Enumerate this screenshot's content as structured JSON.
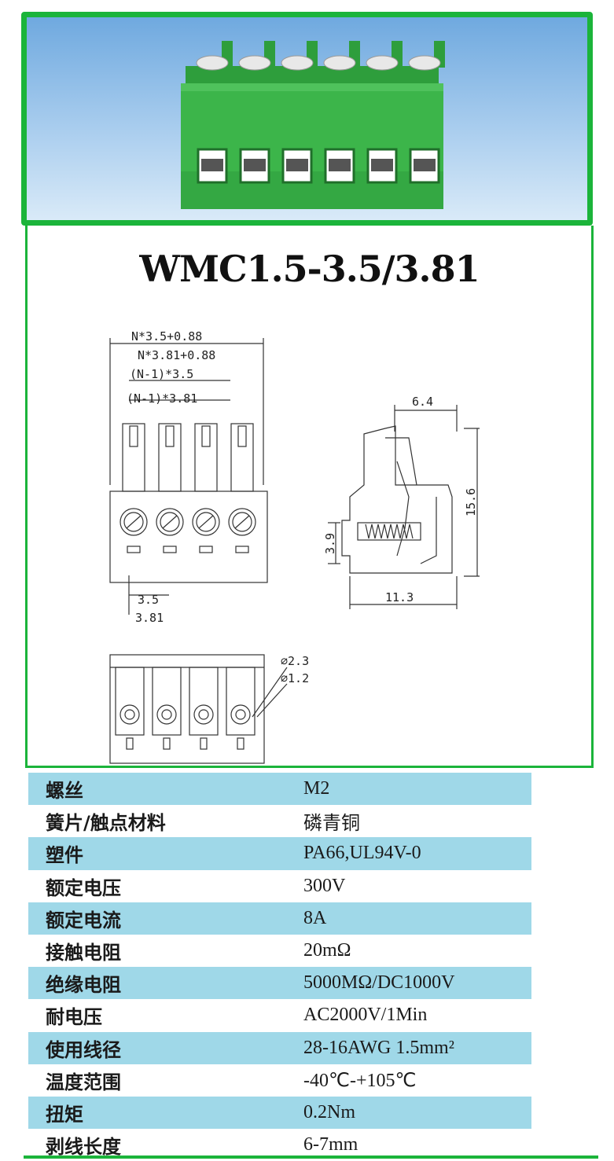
{
  "title": "WMC1.5-3.5/3.81",
  "colors": {
    "frame": "#1bb43a",
    "row_highlight": "#9fd8e8",
    "connector": "#3cb54a"
  },
  "drawing": {
    "dim_total_35": "N*3.5+0.88",
    "dim_total_381": "N*3.81+0.88",
    "dim_span_35": "(N-1)*3.5",
    "dim_span_381": "(N-1)*3.81",
    "pitch_35": "3.5",
    "pitch_381": "3.81",
    "side_top": "6.4",
    "side_height": "15.6",
    "side_left": "3.9",
    "side_width": "11.3",
    "hole_outer": "∅2.3",
    "hole_inner": "∅1.2"
  },
  "specs": [
    {
      "label": "螺丝",
      "value": "M2"
    },
    {
      "label": "簧片/触点材料",
      "value": "磷青铜"
    },
    {
      "label": "塑件",
      "value": "PA66,UL94V-0"
    },
    {
      "label": "额定电压",
      "value": "300V"
    },
    {
      "label": "额定电流",
      "value": "8A"
    },
    {
      "label": "接触电阻",
      "value": "20mΩ"
    },
    {
      "label": "绝缘电阻",
      "value": "5000MΩ/DC1000V"
    },
    {
      "label": "耐电压",
      "value": "AC2000V/1Min"
    },
    {
      "label": "使用线径",
      "value": "28-16AWG  1.5mm²"
    },
    {
      "label": "温度范围",
      "value": "-40℃-+105℃"
    },
    {
      "label": "扭矩",
      "value": "0.2Nm"
    },
    {
      "label": "剥线长度",
      "value": "6-7mm"
    }
  ]
}
